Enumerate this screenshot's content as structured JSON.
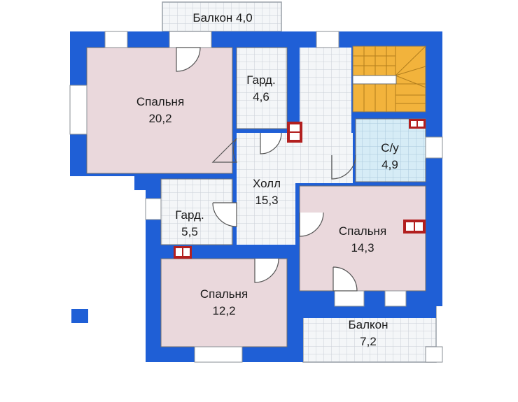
{
  "colors": {
    "wall": "#1f5fd6",
    "room_pink": "#ead8dc",
    "room_grid_bg": "#f4f6f8",
    "grid_line": "#c9ced6",
    "bath": "#d6ecf6",
    "stairs": "#f2b33c",
    "fixture": "#b21f1f"
  },
  "rooms": {
    "bedroom_1": {
      "name": "Спальня",
      "area": "20,2"
    },
    "wardrobe_1": {
      "name": "Гард.",
      "area": "4,6"
    },
    "bathroom": {
      "name": "С/у",
      "area": "4,9"
    },
    "hall": {
      "name": "Холл",
      "area": "15,3"
    },
    "wardrobe_2": {
      "name": "Гард.",
      "area": "5,5"
    },
    "bedroom_2": {
      "name": "Спальня",
      "area": "14,3"
    },
    "bedroom_3": {
      "name": "Спальня",
      "area": "12,2"
    },
    "balcony_top": {
      "label": "Балкон 4,0"
    },
    "balcony_bottom": {
      "name": "Балкон",
      "area": "7,2"
    }
  }
}
